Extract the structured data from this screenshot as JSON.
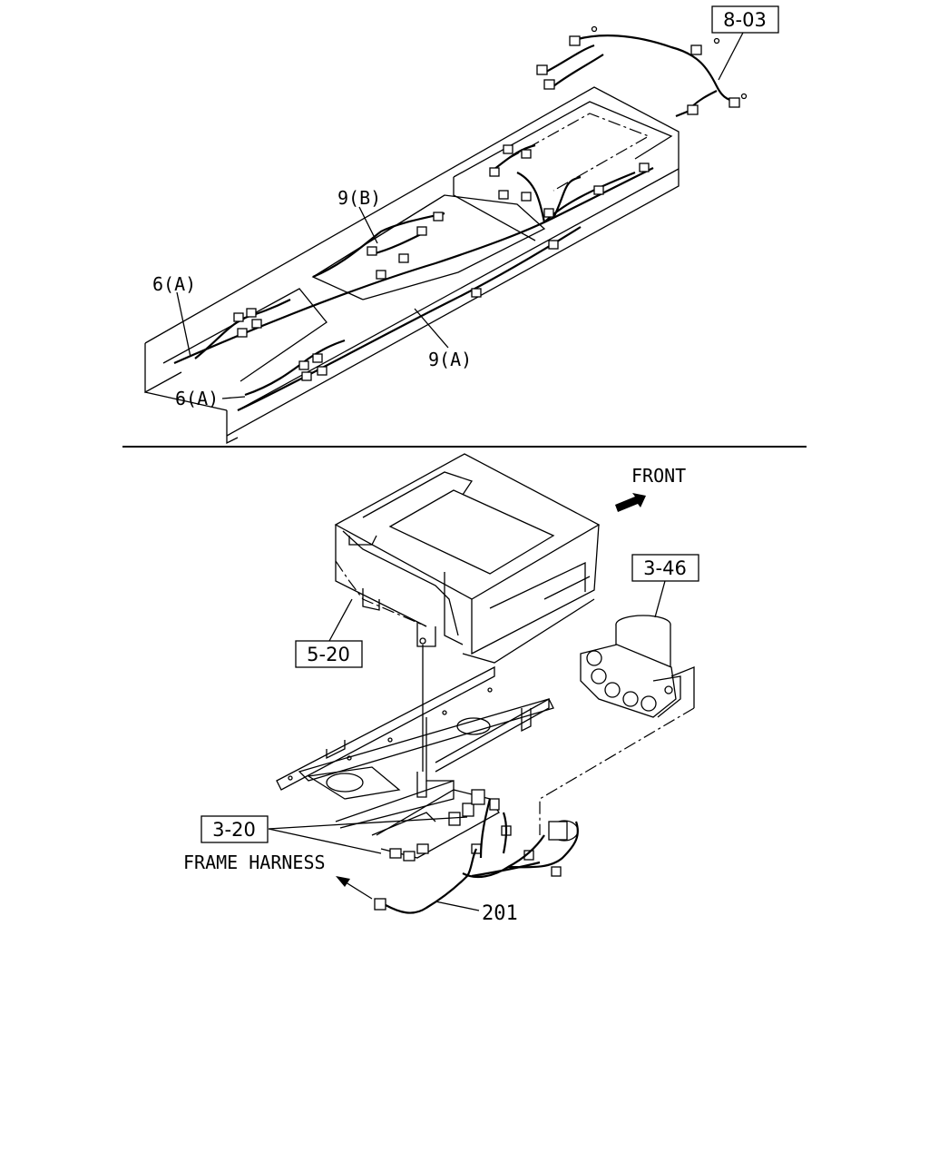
{
  "labels": {
    "ref_8_03": "8-03",
    "ref_9b": "9(B)",
    "ref_6a_upper": "6(A)",
    "ref_6a_lower": "6(A)",
    "ref_9a": "9(A)",
    "front": "FRONT",
    "ref_3_46": "3-46",
    "ref_5_20": "5-20",
    "ref_3_20": "3-20",
    "frame_harness": "FRAME HARNESS",
    "ref_201": "201"
  },
  "icons": {
    "front_arrow": "front-arrow-icon",
    "harness_arrow": "direction-arrow-icon"
  }
}
